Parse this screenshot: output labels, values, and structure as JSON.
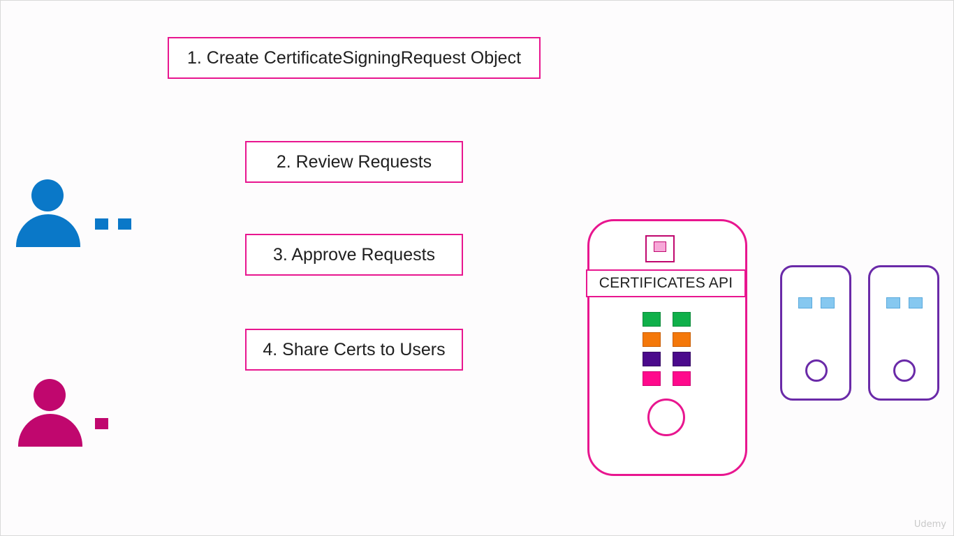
{
  "steps": [
    {
      "label": "1. Create CertificateSigningRequest Object"
    },
    {
      "label": "2. Review Requests"
    },
    {
      "label": "3. Approve Requests"
    },
    {
      "label": "4. Share Certs to Users"
    }
  ],
  "api": {
    "label": "CERTIFICATES API"
  },
  "colors": {
    "accent": "#e8168f",
    "user_blue": "#0a78c8",
    "user_magenta": "#c0076e",
    "node_purple": "#6a2aa8",
    "chip_green": "#10b04a",
    "chip_orange": "#f4780a",
    "chip_purple": "#4b0a8c",
    "chip_pink": "#ff0a8c",
    "light_blue": "#86c8f0"
  },
  "watermark": "Udemy"
}
